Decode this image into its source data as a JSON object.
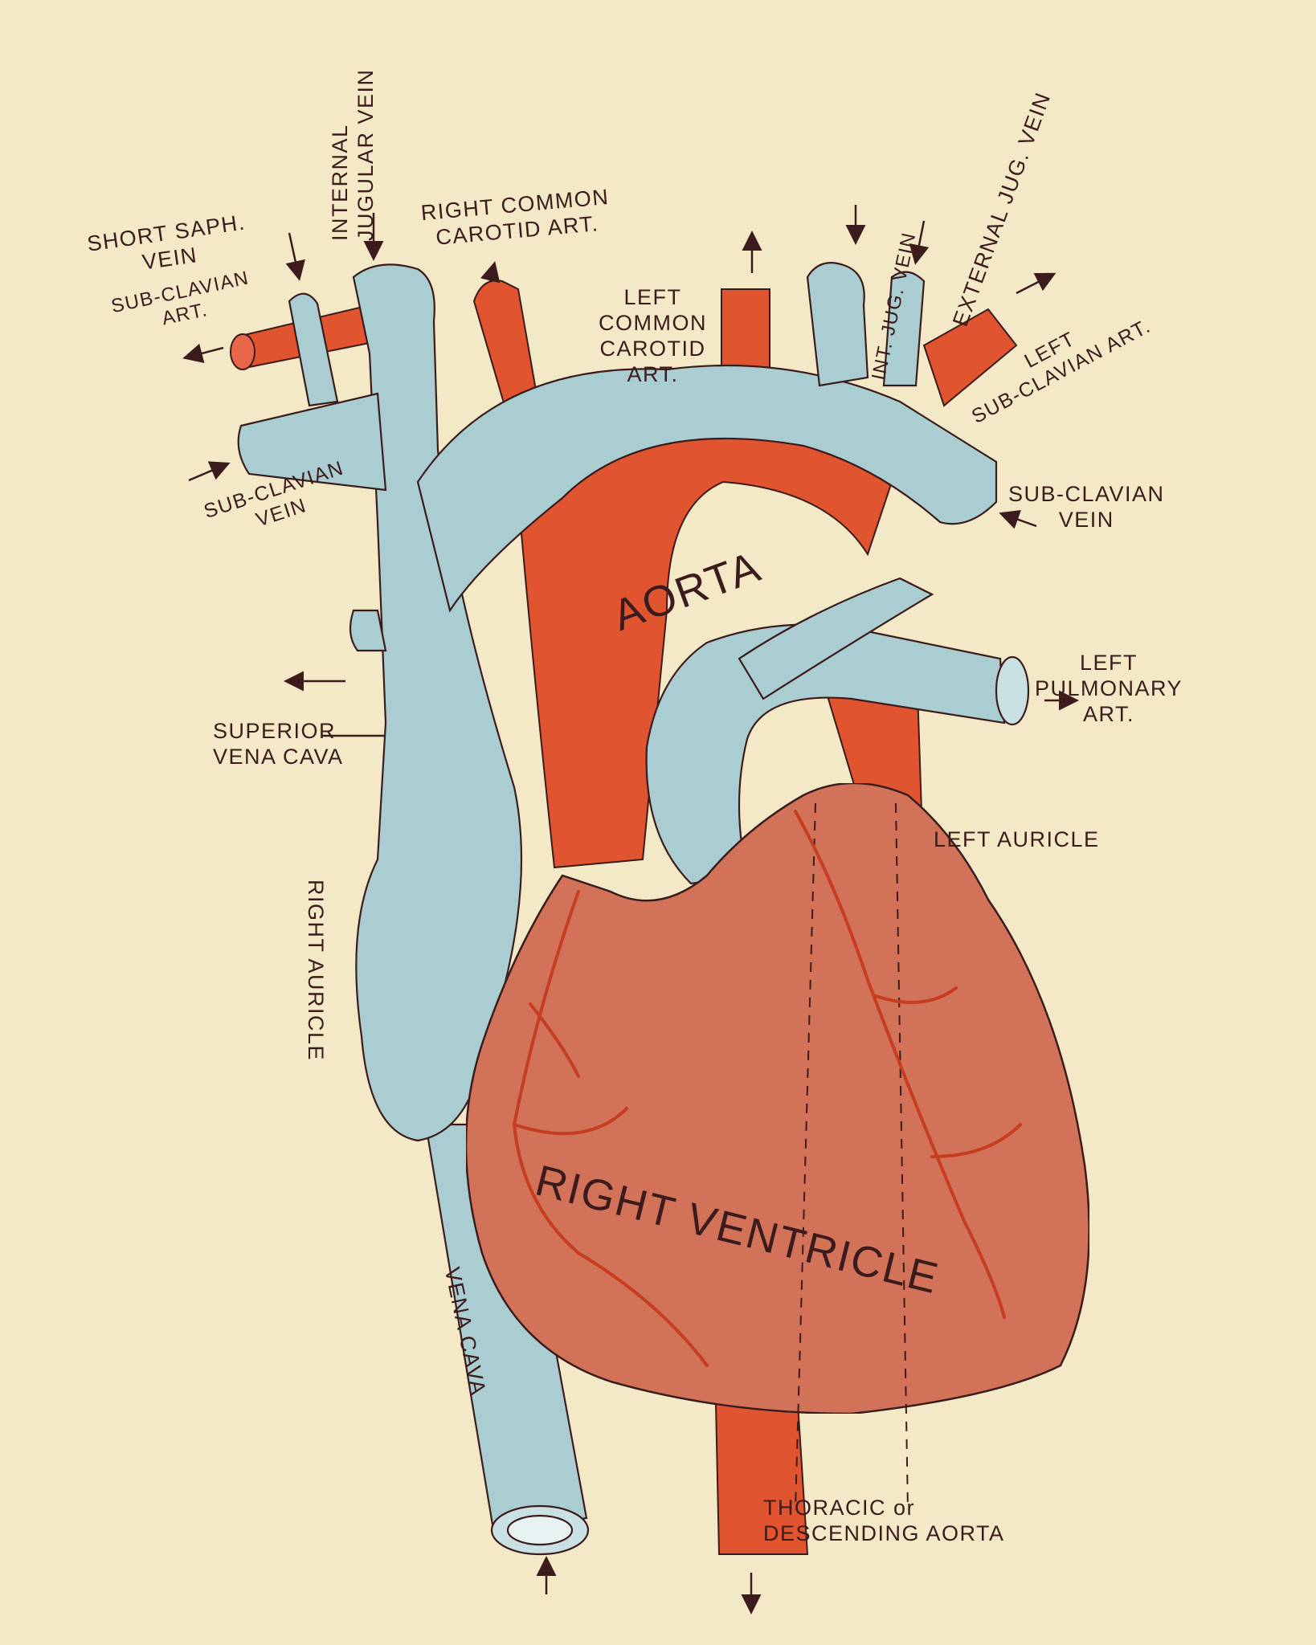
{
  "colors": {
    "background": "#f4e9c6",
    "vein": "#a9cdd0",
    "artery": "#e0542f",
    "heart": "#d8765b",
    "ink": "#3b1b1b"
  },
  "labels": {
    "short_saph_vein": [
      "SHORT SAPH.",
      "VEIN"
    ],
    "internal_jugular_vein": [
      "INTERNAL",
      "JUGULAR VEIN"
    ],
    "right_common_carotid": [
      "RIGHT COMMON",
      "CAROTID ART."
    ],
    "sub_clavian_art_right": [
      "SUB-CLAVIAN",
      "ART."
    ],
    "left_common_carotid": [
      "LEFT",
      "COMMON",
      "CAROTID",
      "ART."
    ],
    "int_jug_vein": "INT. JUG. VEIN",
    "external_jug_vein": "EXTERNAL JUG. VEIN",
    "left_sub_clavian_art": [
      "LEFT",
      "SUB-CLAVIAN ART."
    ],
    "sub_clavian_vein_right": [
      "SUB-CLAVIAN",
      "VEIN"
    ],
    "sub_clavian_vein_left": [
      "SUB-CLAVIAN",
      "VEIN"
    ],
    "aorta": "AORTA",
    "left_pulmonary_art": [
      "LEFT",
      "PULMONARY",
      "ART."
    ],
    "superior_vena_cava": [
      "SUPERIOR",
      "VENA CAVA"
    ],
    "left_auricle": "LEFT AURICLE",
    "right_auricle": "RIGHT AURICLE",
    "right_ventricle": "RIGHT VENTRICLE",
    "vena_cava": "VENA CAVA",
    "thoracic_aorta": [
      "THORACIC or",
      "DESCENDING AORTA"
    ]
  }
}
